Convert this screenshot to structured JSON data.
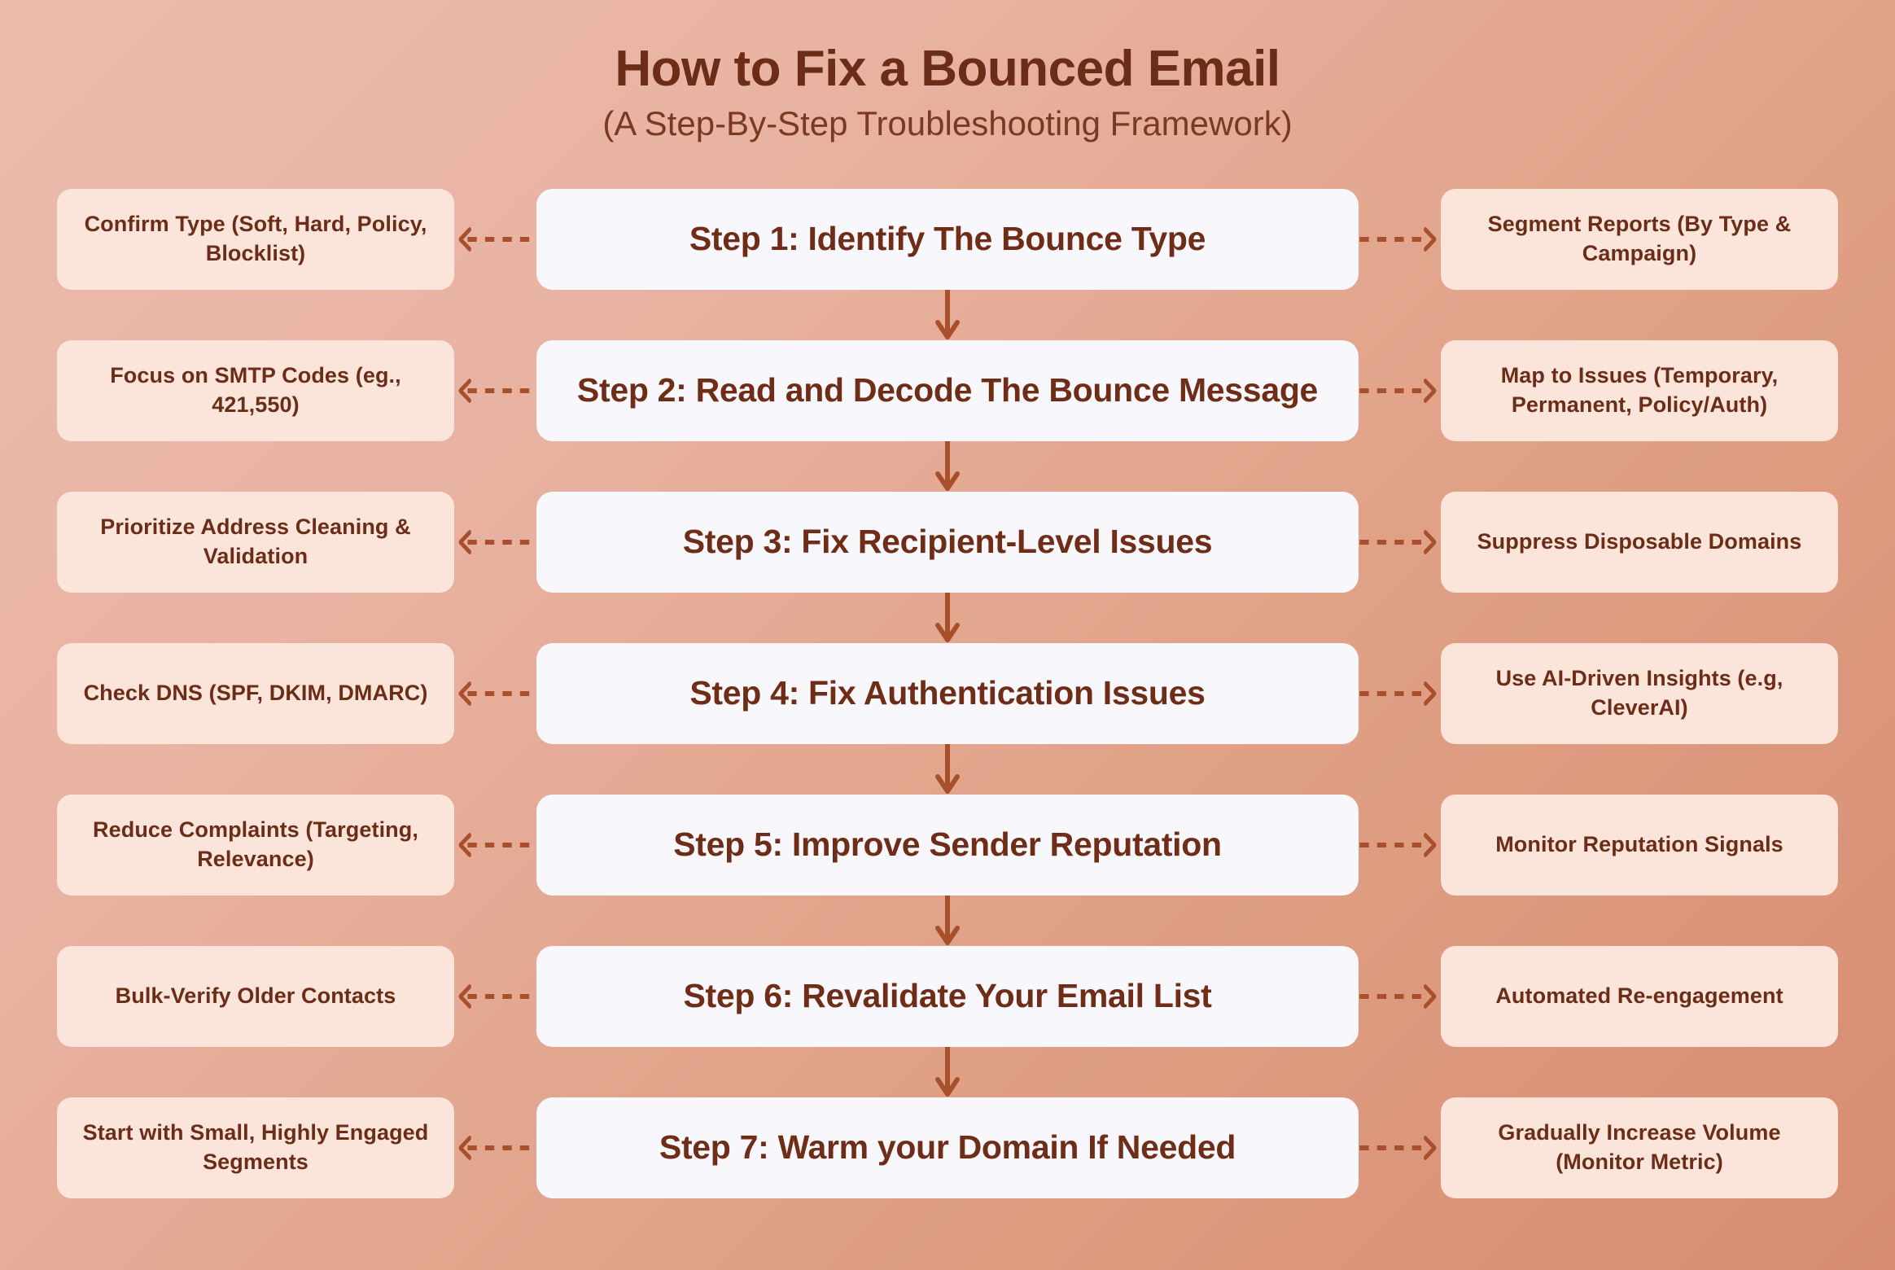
{
  "header": {
    "title": "How to Fix a Bounced Email",
    "subtitle": "(A Step-By-Step Troubleshooting Framework)"
  },
  "colors": {
    "background_start": "#EBBBAC",
    "background_end": "#D78C71",
    "center_box_bg": "#F8F8FC",
    "side_box_bg": "#FBE5DB",
    "text": "#6B2D18",
    "arrow": "#A8502C"
  },
  "rows": [
    {
      "left": "Confirm Type (Soft, Hard, Policy, Blocklist)",
      "center": "Step 1: Identify The Bounce Type",
      "right": "Segment Reports (By Type & Campaign)"
    },
    {
      "left": "Focus on SMTP Codes (eg., 421,550)",
      "center": "Step 2: Read and Decode The Bounce Message",
      "right": "Map to Issues (Temporary, Permanent, Policy/Auth)"
    },
    {
      "left": "Prioritize Address Cleaning & Validation",
      "center": "Step 3: Fix Recipient-Level Issues",
      "right": "Suppress Disposable Domains"
    },
    {
      "left": "Check DNS (SPF, DKIM, DMARC)",
      "center": "Step 4: Fix Authentication Issues",
      "right": "Use AI-Driven Insights (e.g, CleverAI)"
    },
    {
      "left": "Reduce Complaints (Targeting, Relevance)",
      "center": "Step 5: Improve Sender Reputation",
      "right": "Monitor Reputation Signals"
    },
    {
      "left": "Bulk-Verify Older Contacts",
      "center": "Step 6: Revalidate Your Email List",
      "right": "Automated Re-engagement"
    },
    {
      "left": "Start with Small, Highly Engaged Segments",
      "center": "Step 7: Warm your Domain If Needed",
      "right": "Gradually Increase Volume (Monitor Metric)"
    }
  ]
}
